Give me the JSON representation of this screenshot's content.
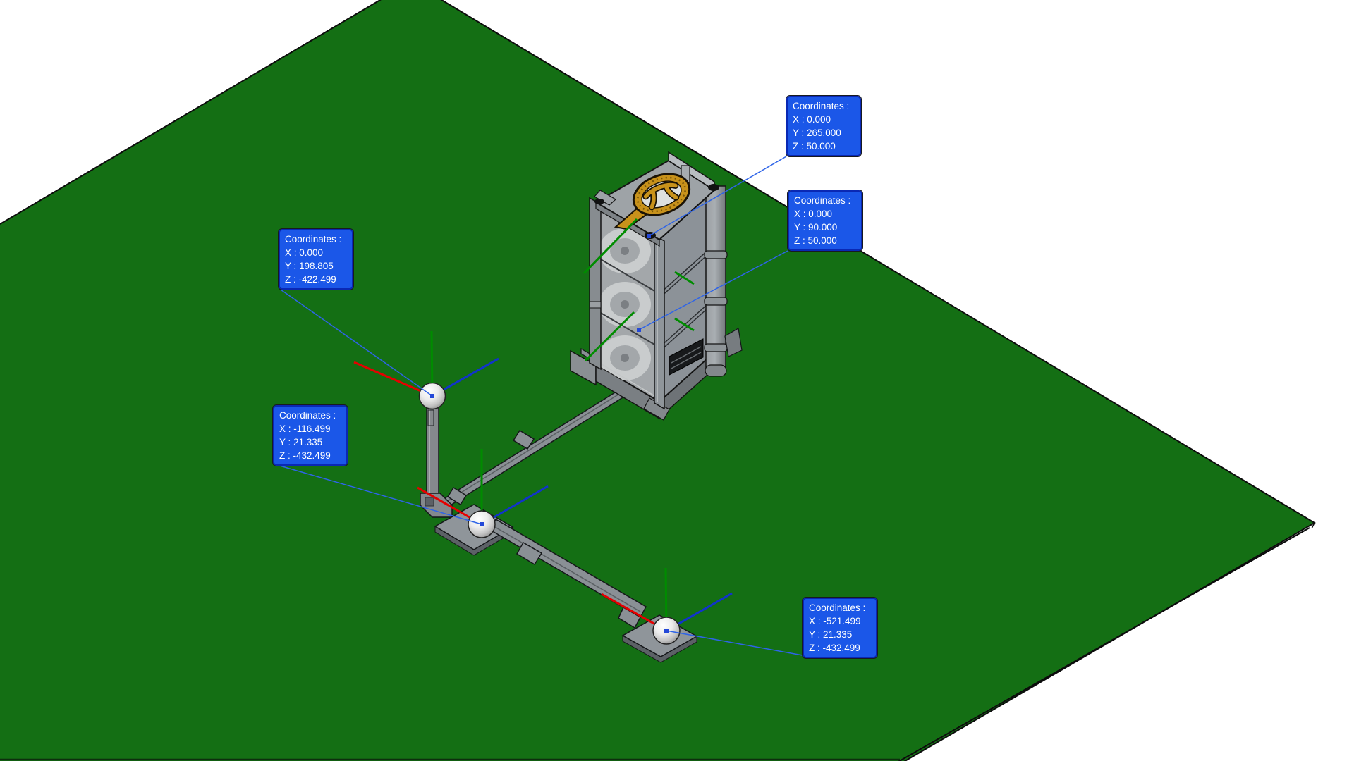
{
  "app": {
    "type": "3d-cad-viewport",
    "annotation_tool": "coordinate-tooltips"
  },
  "scene": {
    "colors": {
      "ground": "#146F14",
      "label-bg": "#1B57E8",
      "label-border": "#0A28B4",
      "axis-x": "#E60000",
      "axis-y": "#008C00",
      "axis-z": "#1133CC",
      "leader": "#2E64E8",
      "gold": "#C8921B"
    },
    "emblem_symbol": "π"
  },
  "labels": [
    {
      "title": "Coordinates :",
      "x": "X : 0.000",
      "y": "Y : 265.000",
      "z": "Z : 50.000"
    },
    {
      "title": "Coordinates :",
      "x": "X : 0.000",
      "y": "Y : 90.000",
      "z": "Z : 50.000"
    },
    {
      "title": "Coordinates :",
      "x": "X : 0.000",
      "y": "Y : 198.805",
      "z": "Z : -422.499"
    },
    {
      "title": "Coordinates :",
      "x": "X : -116.499",
      "y": "Y : 21.335",
      "z": "Z : -432.499"
    },
    {
      "title": "Coordinates :",
      "x": "X : -521.499",
      "y": "Y : 21.335",
      "z": "Z : -432.499"
    }
  ]
}
